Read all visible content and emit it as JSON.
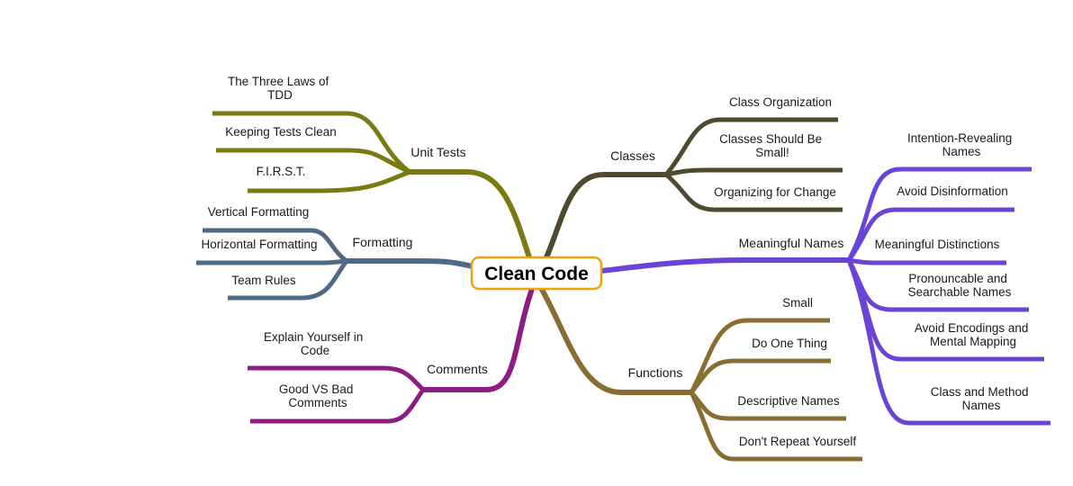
{
  "root": {
    "label": "Clean Code",
    "border_color": "#f0a30a"
  },
  "branches": {
    "unit_tests": {
      "label": "Unit Tests",
      "color": "#7a7a10",
      "items": [
        {
          "lines": [
            "The Three Laws of",
            "TDD"
          ]
        },
        {
          "lines": [
            "Keeping Tests Clean"
          ]
        },
        {
          "lines": [
            "F.I.R.S.T."
          ]
        }
      ]
    },
    "formatting": {
      "label": "Formatting",
      "color": "#4e6a86",
      "items": [
        {
          "lines": [
            "Vertical Formatting"
          ]
        },
        {
          "lines": [
            "Horizontal Formatting"
          ]
        },
        {
          "lines": [
            "Team Rules"
          ]
        }
      ]
    },
    "comments": {
      "label": "Comments",
      "color": "#8c1d82",
      "items": [
        {
          "lines": [
            "Explain Yourself in",
            "Code"
          ]
        },
        {
          "lines": [
            "Good VS Bad",
            "Comments"
          ]
        }
      ]
    },
    "classes": {
      "label": "Classes",
      "color": "#4d4a2e",
      "items": [
        {
          "lines": [
            "Class Organization"
          ]
        },
        {
          "lines": [
            "Classes Should Be",
            "Small!"
          ]
        },
        {
          "lines": [
            "Organizing for Change"
          ]
        }
      ]
    },
    "meaningful_names": {
      "label": "Meaningful Names",
      "color": "#6a44d4",
      "items": [
        {
          "lines": [
            "Intention-Revealing",
            "Names"
          ]
        },
        {
          "lines": [
            "Avoid Disinformation"
          ]
        },
        {
          "lines": [
            "Meaningful Distinctions"
          ]
        },
        {
          "lines": [
            "Pronouncable and",
            "Searchable Names"
          ]
        },
        {
          "lines": [
            "Avoid Encodings and",
            "Mental Mapping"
          ]
        },
        {
          "lines": [
            "Class and Method",
            "Names"
          ]
        }
      ]
    },
    "functions": {
      "label": "Functions",
      "color": "#8a6d32",
      "items": [
        {
          "lines": [
            "Small"
          ]
        },
        {
          "lines": [
            "Do One Thing"
          ]
        },
        {
          "lines": [
            "Descriptive Names"
          ]
        },
        {
          "lines": [
            "Don't Repeat Yourself"
          ]
        }
      ]
    }
  }
}
